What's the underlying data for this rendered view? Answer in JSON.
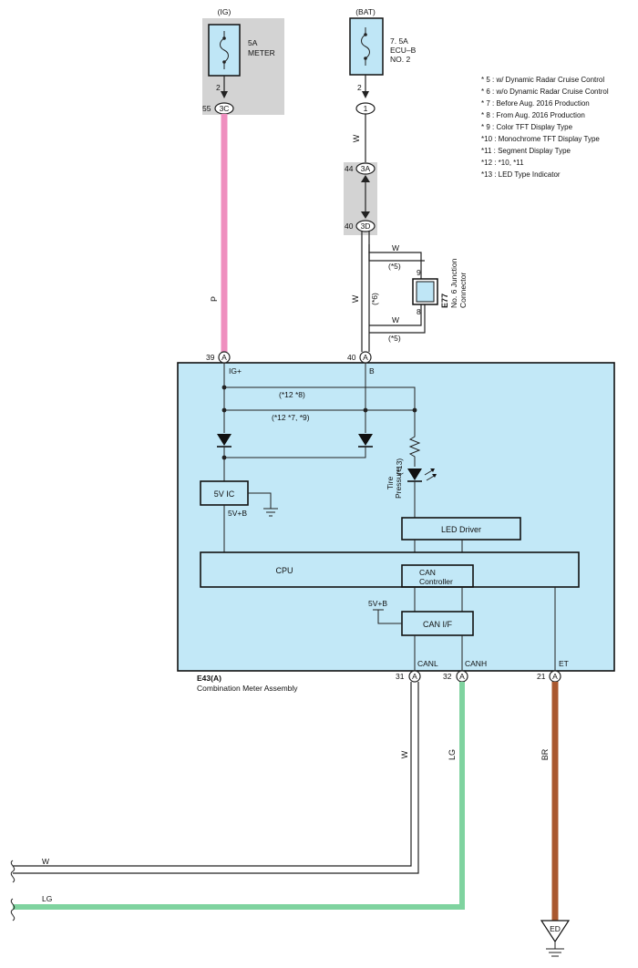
{
  "fuses": {
    "ig": {
      "header": "(IG)",
      "rating": "5A",
      "name": "METER",
      "pin": "2"
    },
    "bat": {
      "header": "(BAT)",
      "rating": "7. 5A",
      "name_line1": "ECU–B",
      "name_line2": "NO. 2",
      "pin": "2"
    }
  },
  "connectors": {
    "c3c": {
      "pin": "55",
      "label": "3C"
    },
    "c1": {
      "label": "1"
    },
    "c3a": {
      "pin": "44",
      "label": "3A"
    },
    "c3d": {
      "pin": "40",
      "label": "3D"
    },
    "ig_in": {
      "pin": "39",
      "label": "A"
    },
    "b_in": {
      "pin": "40",
      "label": "A"
    },
    "canl": {
      "pin": "31",
      "label": "A"
    },
    "canh": {
      "pin": "32",
      "label": "A"
    },
    "et": {
      "pin": "21",
      "label": "A"
    },
    "ground": {
      "label": "ED"
    }
  },
  "wire_colors": {
    "p": "P",
    "w_bat": "W",
    "w_main": "W",
    "w_branch_top": "W",
    "w_branch_bottom": "W",
    "w_canl": "W",
    "lg_canh": "LG",
    "br_et": "BR",
    "w_bottom": "W",
    "lg_bottom": "LG"
  },
  "variant_marks": {
    "main_6": "(*6)",
    "branch_5_top": "(*5)",
    "branch_5_bottom": "(*5)",
    "bus_12_8": "(*12 *8)",
    "bus_12_7_9": "(*12 *7, *9)",
    "tire_13": "(*13)"
  },
  "junction": {
    "id": "E77",
    "name_line1": "No. 6 Junction",
    "name_line2": "Connector",
    "pin_top": "9",
    "pin_bottom": "8"
  },
  "meter": {
    "ig_label": "IG+",
    "b_label": "B",
    "ic_label": "5V IC",
    "ic_out": "5V+B",
    "tire_line1": "Tire",
    "tire_line2": "Pressure",
    "led_driver": "LED Driver",
    "cpu": "CPU",
    "can_ctrl_line1": "CAN",
    "can_ctrl_line2": "Controller",
    "can_if_supply": "5V+B",
    "can_if": "CAN I/F",
    "canl": "CANL",
    "canh": "CANH",
    "et": "ET",
    "id": "E43(A)",
    "name": "Combination Meter Assembly"
  },
  "notes": [
    "* 5 : w/ Dynamic Radar Cruise Control",
    "* 6 : w/o Dynamic Radar Cruise Control",
    "* 7 : Before Aug.  2016 Production",
    "* 8 : From Aug.  2016 Production",
    "* 9 : Color TFT Display Type",
    "*10 : Monochrome TFT Display Type",
    "*11 : Segment Display Type",
    "*12 : *10,  *11",
    "*13 : LED Type Indicator"
  ],
  "colors": {
    "wire_p": "#ef8fbf",
    "wire_lg": "#7fd39f",
    "wire_br": "#a9582f",
    "meter_fill": "#c2e8f7",
    "fuse_box": "#d3d3d3",
    "fuse_fill": "#bfe6f6"
  }
}
